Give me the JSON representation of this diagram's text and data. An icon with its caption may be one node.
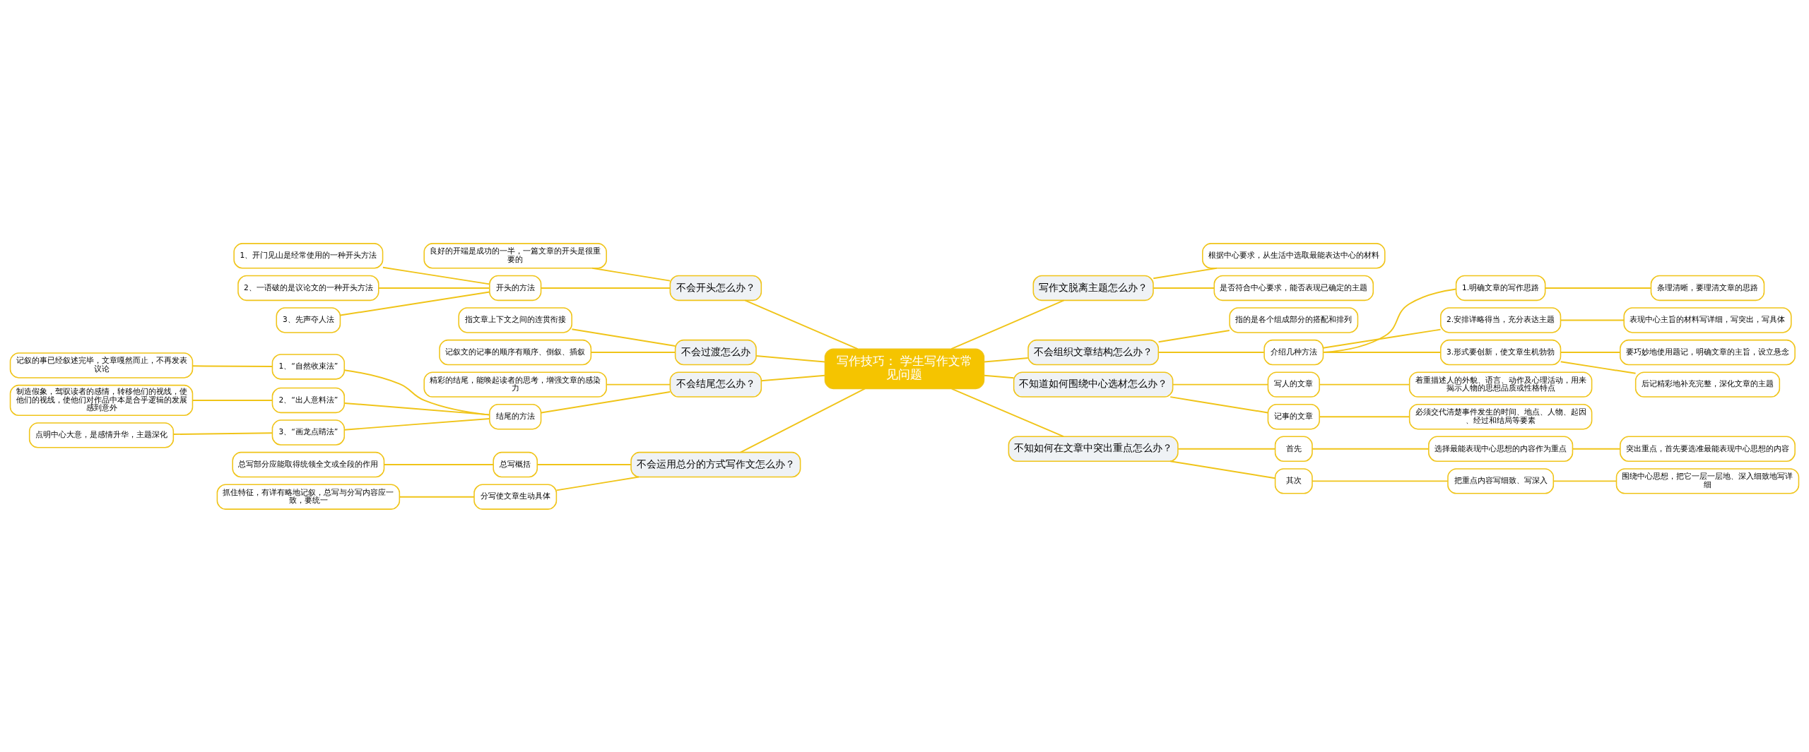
{
  "diagram": {
    "nodes": [
      {
        "text": [
          "写作技巧： 学生写作文常见问题"
        ]
      },
      {
        "text": [
          "不会开头怎么办？"
        ]
      },
      {
        "text": [
          "良好的开端是成功的一半，一篇文章的开头是很重要的"
        ]
      },
      {
        "text": [
          "开头的方法"
        ]
      },
      {
        "text": [
          "1、开门见山是经常使用的一种开头方法"
        ]
      },
      {
        "text": [
          "2、一语破的是议论文的一种开头方法"
        ]
      },
      {
        "text": [
          "3、先声夺人法"
        ]
      },
      {
        "text": [
          "不会过渡怎么办"
        ]
      },
      {
        "text": [
          "指文章上下文之间的连贯衔接"
        ]
      },
      {
        "text": [
          "记叙文的记事的顺序有顺序、倒叙、插叙"
        ]
      },
      {
        "text": [
          "不会结尾怎么办？"
        ]
      },
      {
        "text": [
          "精彩的结尾，能唤起读者的思考，增强文章的感染力"
        ]
      },
      {
        "text": [
          "结尾的方法"
        ]
      },
      {
        "text": [
          "1、“自然收束法”"
        ]
      },
      {
        "text": [
          "记叙的事已经叙述完毕，文章嘎然而止，不再发表议论"
        ]
      },
      {
        "text": [
          "2、“出人意料法”"
        ]
      },
      {
        "text": [
          "制造假象，驾驭读者的感情，转移他们的视线，使他们的视线，使他们对作品中本是合乎逻辑的发展感到意外"
        ]
      },
      {
        "text": [
          "3、“画龙点睛法”"
        ]
      },
      {
        "text": [
          "点明中心大意，是感情升华，主题深化"
        ]
      },
      {
        "text": [
          "不会运用总分的方式写作文怎么办？"
        ]
      },
      {
        "text": [
          "总写概括"
        ]
      },
      {
        "text": [
          "总写部分应能取得统领全文或全段的作用"
        ]
      },
      {
        "text": [
          "分写使文章生动具体"
        ]
      },
      {
        "text": [
          "抓住特征，有详有略地记叙，总写与分写内容应一致，要统一"
        ]
      },
      {
        "text": [
          "写作文脱离主题怎么办？"
        ]
      },
      {
        "text": [
          "根据中心要求，从生活中选取最能表达中心的材料"
        ]
      },
      {
        "text": [
          "是否符合中心要求，能否表现已确定的主题"
        ]
      },
      {
        "text": [
          "不会组织文章结构怎么办？"
        ]
      },
      {
        "text": [
          "指的是各个组成部分的搭配和排列"
        ]
      },
      {
        "text": [
          "介绍几种方法"
        ]
      },
      {
        "text": [
          "1.明确文章的写作思路"
        ]
      },
      {
        "text": [
          "条理清晰，要理清文章的思路"
        ]
      },
      {
        "text": [
          "2.安排详略得当，充分表达主题"
        ]
      },
      {
        "text": [
          "表现中心主旨的材料写详细，写突出，写具体"
        ]
      },
      {
        "text": [
          "3.形式要创新，使文章生机勃勃"
        ]
      },
      {
        "text": [
          "要巧妙地使用题记，明确文章的主旨，设立悬念"
        ]
      },
      {
        "text": [
          "后记精彩地补充完整，深化文章的主题"
        ]
      },
      {
        "text": [
          "不知道如何围绕中心选材怎么办？"
        ]
      },
      {
        "text": [
          "写人的文章"
        ]
      },
      {
        "text": [
          "着重描述人的外貌、语言、动作及心理活动，用来揭示人物的思想品质或性格特点"
        ]
      },
      {
        "text": [
          "记事的文章"
        ]
      },
      {
        "text": [
          "必须交代清楚事件发生的时间、地点、人物、起因、经过和结局等要素"
        ]
      },
      {
        "text": [
          "不知如何在文章中突出重点怎么办？"
        ]
      },
      {
        "text": [
          "首先"
        ]
      },
      {
        "text": [
          "选择最能表现中心思想的内容作为重点"
        ]
      },
      {
        "text": [
          "突出重点，首先要选准最能表现中心思想的内容"
        ]
      },
      {
        "text": [
          "其次"
        ]
      },
      {
        "text": [
          "把重点内容写细致、写深入"
        ]
      },
      {
        "text": [
          "围绕中心思想，把它一层一层地、深入细致地写详细"
        ]
      }
    ],
    "edges": [
      {
        "from": 0,
        "to": 1,
        "arrow": "none"
      },
      {
        "from": 1,
        "to": 2,
        "arrow": "none"
      },
      {
        "from": 1,
        "to": 3,
        "arrow": "none"
      },
      {
        "from": 3,
        "to": 4,
        "arrow": "none"
      },
      {
        "from": 3,
        "to": 5,
        "arrow": "none"
      },
      {
        "from": 3,
        "to": 6,
        "arrow": "none"
      },
      {
        "from": 0,
        "to": 7,
        "arrow": "none"
      },
      {
        "from": 7,
        "to": 8,
        "arrow": "none"
      },
      {
        "from": 7,
        "to": 9,
        "arrow": "none"
      },
      {
        "from": 0,
        "to": 10,
        "arrow": "none"
      },
      {
        "from": 10,
        "to": 11,
        "arrow": "none"
      },
      {
        "from": 10,
        "to": 12,
        "arrow": "none"
      },
      {
        "from": 12,
        "to": 13,
        "arrow": "none"
      },
      {
        "from": 13,
        "to": 14,
        "arrow": "none"
      },
      {
        "from": 12,
        "to": 15,
        "arrow": "none"
      },
      {
        "from": 15,
        "to": 16,
        "arrow": "none"
      },
      {
        "from": 12,
        "to": 17,
        "arrow": "none"
      },
      {
        "from": 17,
        "to": 18,
        "arrow": "none"
      },
      {
        "from": 0,
        "to": 19,
        "arrow": "none"
      },
      {
        "from": 19,
        "to": 20,
        "arrow": "none"
      },
      {
        "from": 20,
        "to": 21,
        "arrow": "none"
      },
      {
        "from": 19,
        "to": 22,
        "arrow": "none"
      },
      {
        "from": 22,
        "to": 23,
        "arrow": "none"
      },
      {
        "from": 0,
        "to": 24,
        "arrow": "none"
      },
      {
        "from": 24,
        "to": 25,
        "arrow": "none"
      },
      {
        "from": 24,
        "to": 26,
        "arrow": "none"
      },
      {
        "from": 0,
        "to": 27,
        "arrow": "none"
      },
      {
        "from": 27,
        "to": 28,
        "arrow": "none"
      },
      {
        "from": 27,
        "to": 29,
        "arrow": "none"
      },
      {
        "from": 29,
        "to": 30,
        "arrow": "none"
      },
      {
        "from": 30,
        "to": 31,
        "arrow": "none"
      },
      {
        "from": 29,
        "to": 32,
        "arrow": "none"
      },
      {
        "from": 32,
        "to": 33,
        "arrow": "none"
      },
      {
        "from": 29,
        "to": 34,
        "arrow": "none"
      },
      {
        "from": 34,
        "to": 35,
        "arrow": "none"
      },
      {
        "from": 34,
        "to": 36,
        "arrow": "none"
      },
      {
        "from": 0,
        "to": 37,
        "arrow": "none"
      },
      {
        "from": 37,
        "to": 38,
        "arrow": "none"
      },
      {
        "from": 38,
        "to": 39,
        "arrow": "none"
      },
      {
        "from": 37,
        "to": 40,
        "arrow": "none"
      },
      {
        "from": 40,
        "to": 41,
        "arrow": "none"
      },
      {
        "from": 0,
        "to": 42,
        "arrow": "none"
      },
      {
        "from": 42,
        "to": 43,
        "arrow": "none"
      },
      {
        "from": 43,
        "to": 44,
        "arrow": "none"
      },
      {
        "from": 44,
        "to": 45,
        "arrow": "none"
      },
      {
        "from": 42,
        "to": 46,
        "arrow": "none"
      },
      {
        "from": 46,
        "to": 47,
        "arrow": "none"
      },
      {
        "from": 47,
        "to": 48,
        "arrow": "none"
      }
    ]
  }
}
